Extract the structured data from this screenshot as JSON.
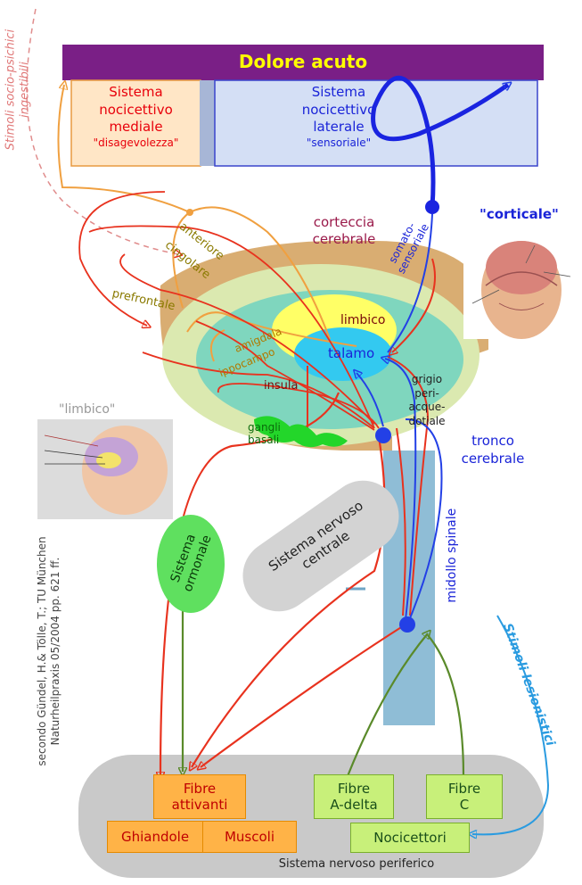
{
  "header": {
    "title": "Dolore acuto",
    "mediale_lines": [
      "Sistema",
      "nocicettivo",
      "mediale"
    ],
    "mediale_quote": "\"disagevolezza\"",
    "laterale_lines": [
      "Sistema",
      "nocicettivo",
      "laterale"
    ],
    "laterale_quote": "\"sensoriale\""
  },
  "side_labels": {
    "psychic_stimuli": [
      "Stimoli socio-psichici",
      "ingestibili"
    ],
    "lesion_stimuli": "Stimoli lesionistici",
    "credit": [
      "secondo Gündel, H.& Tölle, T.; TU München",
      "Naturheilpraxis 05/2004 pp. 621 ff."
    ]
  },
  "brain": {
    "corteccia": [
      "corteccia",
      "cerebrale"
    ],
    "somato": [
      "somato-",
      "sensoriale"
    ],
    "anteriore": "anteriore",
    "cingolare": "cingolare",
    "prefrontale": "prefrontale",
    "limbico": "limbico",
    "amigdala": "amigdala",
    "ippocampo": "ippocampo",
    "talamo": "talamo",
    "insula": "insula",
    "grigio": [
      "grigio",
      "peri-",
      "acque-",
      "dotiale"
    ],
    "gangli": [
      "gangli",
      "basali"
    ],
    "tronco": [
      "tronco",
      "cerebrale"
    ],
    "midollo": "midollo spinale",
    "corticale_caption": "\"corticale\"",
    "limbico_caption": "\"limbico\""
  },
  "systems": {
    "ormonale": [
      "Sistema",
      "ormonale"
    ],
    "nervoso_centrale": [
      "Sistema nervoso",
      "centrale"
    ],
    "periferico": "Sistema nervoso periferico"
  },
  "boxes": {
    "fibre_attivanti": [
      "Fibre",
      "attivanti"
    ],
    "ghiandole": "Ghiandole",
    "muscoli": "Muscoli",
    "fibre_adelta": [
      "Fibre",
      "A-delta"
    ],
    "fibre_c": [
      "Fibre",
      "C"
    ],
    "nocicettori": "Nocicettori"
  },
  "colors": {
    "title_bar": "#7a1f86",
    "title_text": "#ffff00",
    "mediale_text": "#e8000b",
    "laterale_text": "#1a24d8",
    "orange_path": "#f0a040",
    "red_path": "#e8321e",
    "blue_path": "#2340e6",
    "green_path": "#5a8a2a",
    "cyan_path": "#2a9be0"
  }
}
